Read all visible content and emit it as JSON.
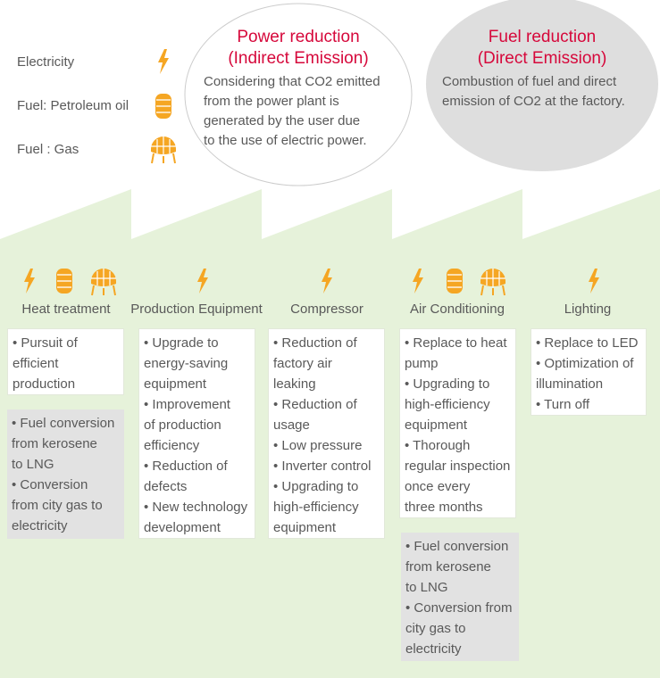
{
  "legend": {
    "electricity": "Electricity",
    "petroleum": "Fuel: Petroleum oil",
    "gas": "Fuel : Gas"
  },
  "power": {
    "title1": "Power reduction",
    "title2": "(Indirect Emission)",
    "body": [
      "Considering that CO2 emitted",
      "from the power plant is",
      "generated by the user due",
      "to the use of electric power."
    ]
  },
  "fuel": {
    "title1": "Fuel reduction",
    "title2": "(Direct Emission)",
    "body": [
      "Combustion of fuel and direct",
      "emission of CO2 at the factory."
    ]
  },
  "categories": {
    "heat": {
      "label": "Heat treatment",
      "icons": [
        "lightning-icon",
        "oil-barrel-icon",
        "gas-tank-icon"
      ],
      "power_items": [
        "• Pursuit of",
        "efficient",
        "production"
      ],
      "fuel_items": [
        "• Fuel conversion",
        "from kerosene",
        "to LNG",
        "• Conversion",
        "from city gas to",
        "electricity"
      ]
    },
    "production": {
      "label": "Production Equipment",
      "icons": [
        "lightning-icon"
      ],
      "power_items": [
        "• Upgrade to",
        "energy-saving",
        "equipment",
        "• Improvement",
        "of production",
        "efficiency",
        "• Reduction of",
        "defects",
        "• New technology",
        "development"
      ]
    },
    "compressor": {
      "label": "Compressor",
      "icons": [
        "lightning-icon"
      ],
      "power_items": [
        "• Reduction of",
        "factory air",
        "leaking",
        "• Reduction of",
        "usage",
        "• Low pressure",
        "• Inverter control",
        "• Upgrading to",
        "high-efficiency",
        "equipment"
      ]
    },
    "aircon": {
      "label": "Air Conditioning",
      "icons": [
        "lightning-icon",
        "oil-barrel-icon",
        "gas-tank-icon"
      ],
      "power_items": [
        "• Replace to heat",
        "pump",
        "• Upgrading to",
        "high-efficiency",
        "equipment",
        "• Thorough",
        "regular inspection",
        "once every",
        "three months"
      ],
      "fuel_items": [
        "• Fuel conversion",
        "from kerosene",
        "to LNG",
        "• Conversion from",
        "city gas to",
        "electricity"
      ]
    },
    "lighting": {
      "label": "Lighting",
      "icons": [
        "lightning-icon"
      ],
      "power_items": [
        "• Replace to LED",
        "• Optimization of",
        "illumination",
        "• Turn off"
      ]
    }
  },
  "colors": {
    "factory_bg": "#e6f2da",
    "accent_red": "#d6083b",
    "icon_orange": "#f5a623",
    "fuel_box_gray": "#e2e2e2",
    "fuel_ellipse_gray": "#dedede"
  }
}
